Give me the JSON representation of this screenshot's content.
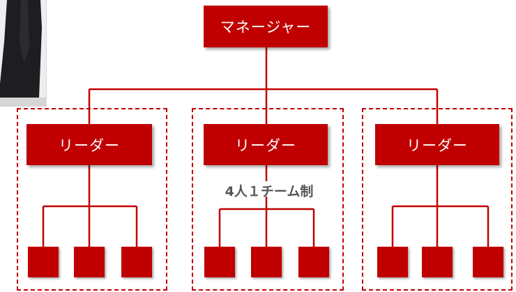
{
  "manager": {
    "label": "マネージャー"
  },
  "leaders": [
    {
      "label": "リーダー"
    },
    {
      "label": "リーダー"
    },
    {
      "label": "リーダー"
    }
  ],
  "team_caption": "4人１チーム制",
  "colors": {
    "accent": "#c00000",
    "caption": "#555555"
  },
  "photo": {
    "subject": "person-in-dark-suit"
  }
}
